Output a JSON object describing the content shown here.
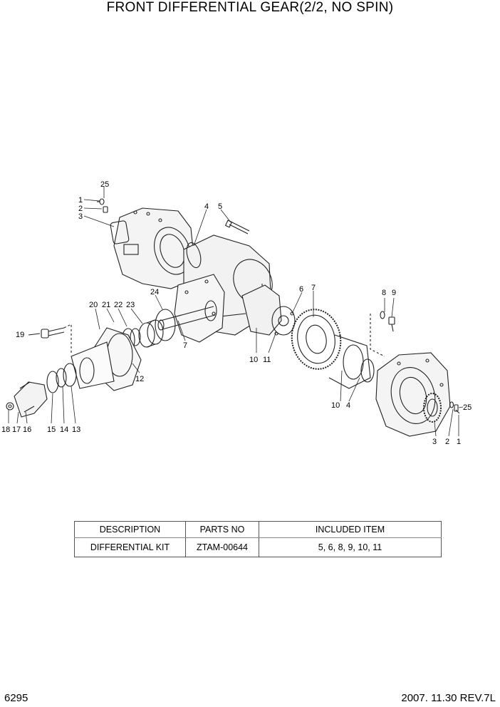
{
  "title": "FRONT DIFFERENTIAL GEAR(2/2, NO SPIN)",
  "callouts": {
    "c25a": "25",
    "c1a": "1",
    "c2a": "2",
    "c3a": "3",
    "c4a": "4",
    "c5": "5",
    "c6": "6",
    "c7a": "7",
    "c7b": "7",
    "c8": "8",
    "c9": "9",
    "c10a": "10",
    "c11": "11",
    "c10b": "10",
    "c4b": "4",
    "c3b": "3",
    "c2b": "2",
    "c1b": "1",
    "c25b": "25",
    "c24": "24",
    "c20": "20",
    "c21": "21",
    "c22": "22",
    "c23": "23",
    "c12": "12",
    "c19": "19",
    "c18": "18",
    "c17": "17",
    "c16": "16",
    "c15": "15",
    "c14": "14",
    "c13": "13"
  },
  "table": {
    "headers": [
      "DESCRIPTION",
      "PARTS NO",
      "INCLUDED ITEM"
    ],
    "row": {
      "description": "DIFFERENTIAL KIT",
      "parts_no": "ZTAM-00644",
      "included": "5, 6, 8, 9, 10, 11"
    }
  },
  "footer": {
    "page": "6295",
    "revision": "2007. 11.30  REV.7L"
  }
}
